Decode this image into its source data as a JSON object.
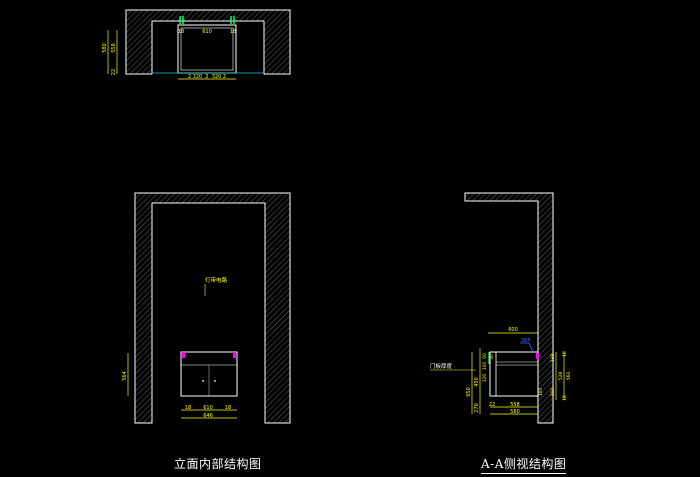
{
  "colors": {
    "background": "#000000",
    "wall": "#ffffff",
    "hatch": "#8c8c8c",
    "dimension": "#ffff00",
    "accent_magenta": "#ff00ff",
    "accent_green": "#00ff66",
    "accent_cyan": "#00c8c8",
    "accent_blue": "#3a6bff",
    "text": "#ffffff"
  },
  "plan_view": {
    "dims": {
      "left_outer": "580",
      "left_inner": "558",
      "left_bottom": "22",
      "top_left": "18",
      "top_width": "610",
      "top_right": "18",
      "bottom_chain": "2 320  2  320 2"
    }
  },
  "front_elevation": {
    "caption": "立面内部结构图",
    "annotation": "灯带电路",
    "dims": {
      "left_height": "564",
      "bottom_a": "18",
      "bottom_b": "610",
      "bottom_c": "18",
      "bottom_total": "646"
    }
  },
  "side_section": {
    "caption": "A-A侧视结构图",
    "annotation": "门板厚度",
    "dims": {
      "top_width": "600",
      "inner_a": "50",
      "inner_b": "100",
      "inner_c": "30",
      "left_a": "450",
      "left_b": "650",
      "left_c": "270",
      "mid_a": "120",
      "mid_b": "100",
      "bottom_a": "22",
      "bottom_b": "558",
      "bottom_c": "580",
      "right_a": "138",
      "right_b": "528",
      "right_c": "564",
      "right_d": "100",
      "right_e": "18",
      "right_f": "18",
      "callout": "26P"
    }
  }
}
